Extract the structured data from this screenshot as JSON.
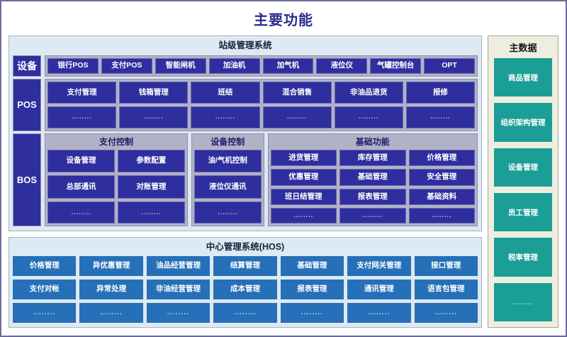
{
  "title": "主要功能",
  "station": {
    "title": "站级管理系统",
    "tiers": [
      {
        "label": "设备",
        "label_kind": "cjk",
        "rows": [
          [
            "银行POS",
            "支付POS",
            "智能闸机",
            "加油机",
            "加气机",
            "液位仪",
            "气罐控制台",
            "OPT"
          ]
        ]
      },
      {
        "label": "POS",
        "label_kind": "latin",
        "rows": [
          [
            "支付管理",
            "钱箱管理",
            "班结",
            "混合销售",
            "非油品退货",
            "报修"
          ],
          [
            "........",
            "........",
            "........",
            "........",
            "........",
            "........"
          ]
        ]
      }
    ],
    "bos": {
      "label": "BOS",
      "label_kind": "latin",
      "groups": [
        {
          "title": "支付控制",
          "rows": [
            [
              "设备管理",
              "参数配置"
            ],
            [
              "总部通讯",
              "对账管理"
            ],
            [
              "........",
              "........"
            ]
          ]
        },
        {
          "title": "设备控制",
          "rows": [
            [
              "油/气机控制"
            ],
            [
              "液位仪通讯"
            ],
            [
              "........"
            ]
          ]
        },
        {
          "title": "基础功能",
          "rows": [
            [
              "进货管理",
              "库存管理",
              "价格管理"
            ],
            [
              "优惠管理",
              "基础管理",
              "安全管理"
            ],
            [
              "班日结管理",
              "报表管理",
              "基础资料"
            ],
            [
              "........",
              "........",
              "........"
            ]
          ]
        }
      ]
    }
  },
  "hos": {
    "title": "中心管理系统(HOS)",
    "rows": [
      [
        "价格管理",
        "异优惠管理",
        "油品经营管理",
        "结算管理",
        "基础管理",
        "支付网关管理",
        "接口管理"
      ],
      [
        "支付对帐",
        "异常处理",
        "非油经营管理",
        "成本管理",
        "报表管理",
        "通讯管理",
        "语言包管理"
      ],
      [
        "........",
        "........",
        "........",
        "........",
        "........",
        "........",
        "........"
      ]
    ]
  },
  "sidebar": {
    "title": "主数据",
    "items": [
      "商品管理",
      "组织架构管理",
      "设备管理",
      "员工管理",
      "税率管理",
      "........"
    ]
  },
  "colors": {
    "title_blue": "#2a2a8c",
    "cell_navy": "#2e2e9e",
    "hos_blue": "#2570b8",
    "sidebar_teal": "#1a9e96",
    "panel_bg": "#dde9f3",
    "tier_frame": "#b2b2c6",
    "sidebar_bg": "#eeeee0"
  }
}
